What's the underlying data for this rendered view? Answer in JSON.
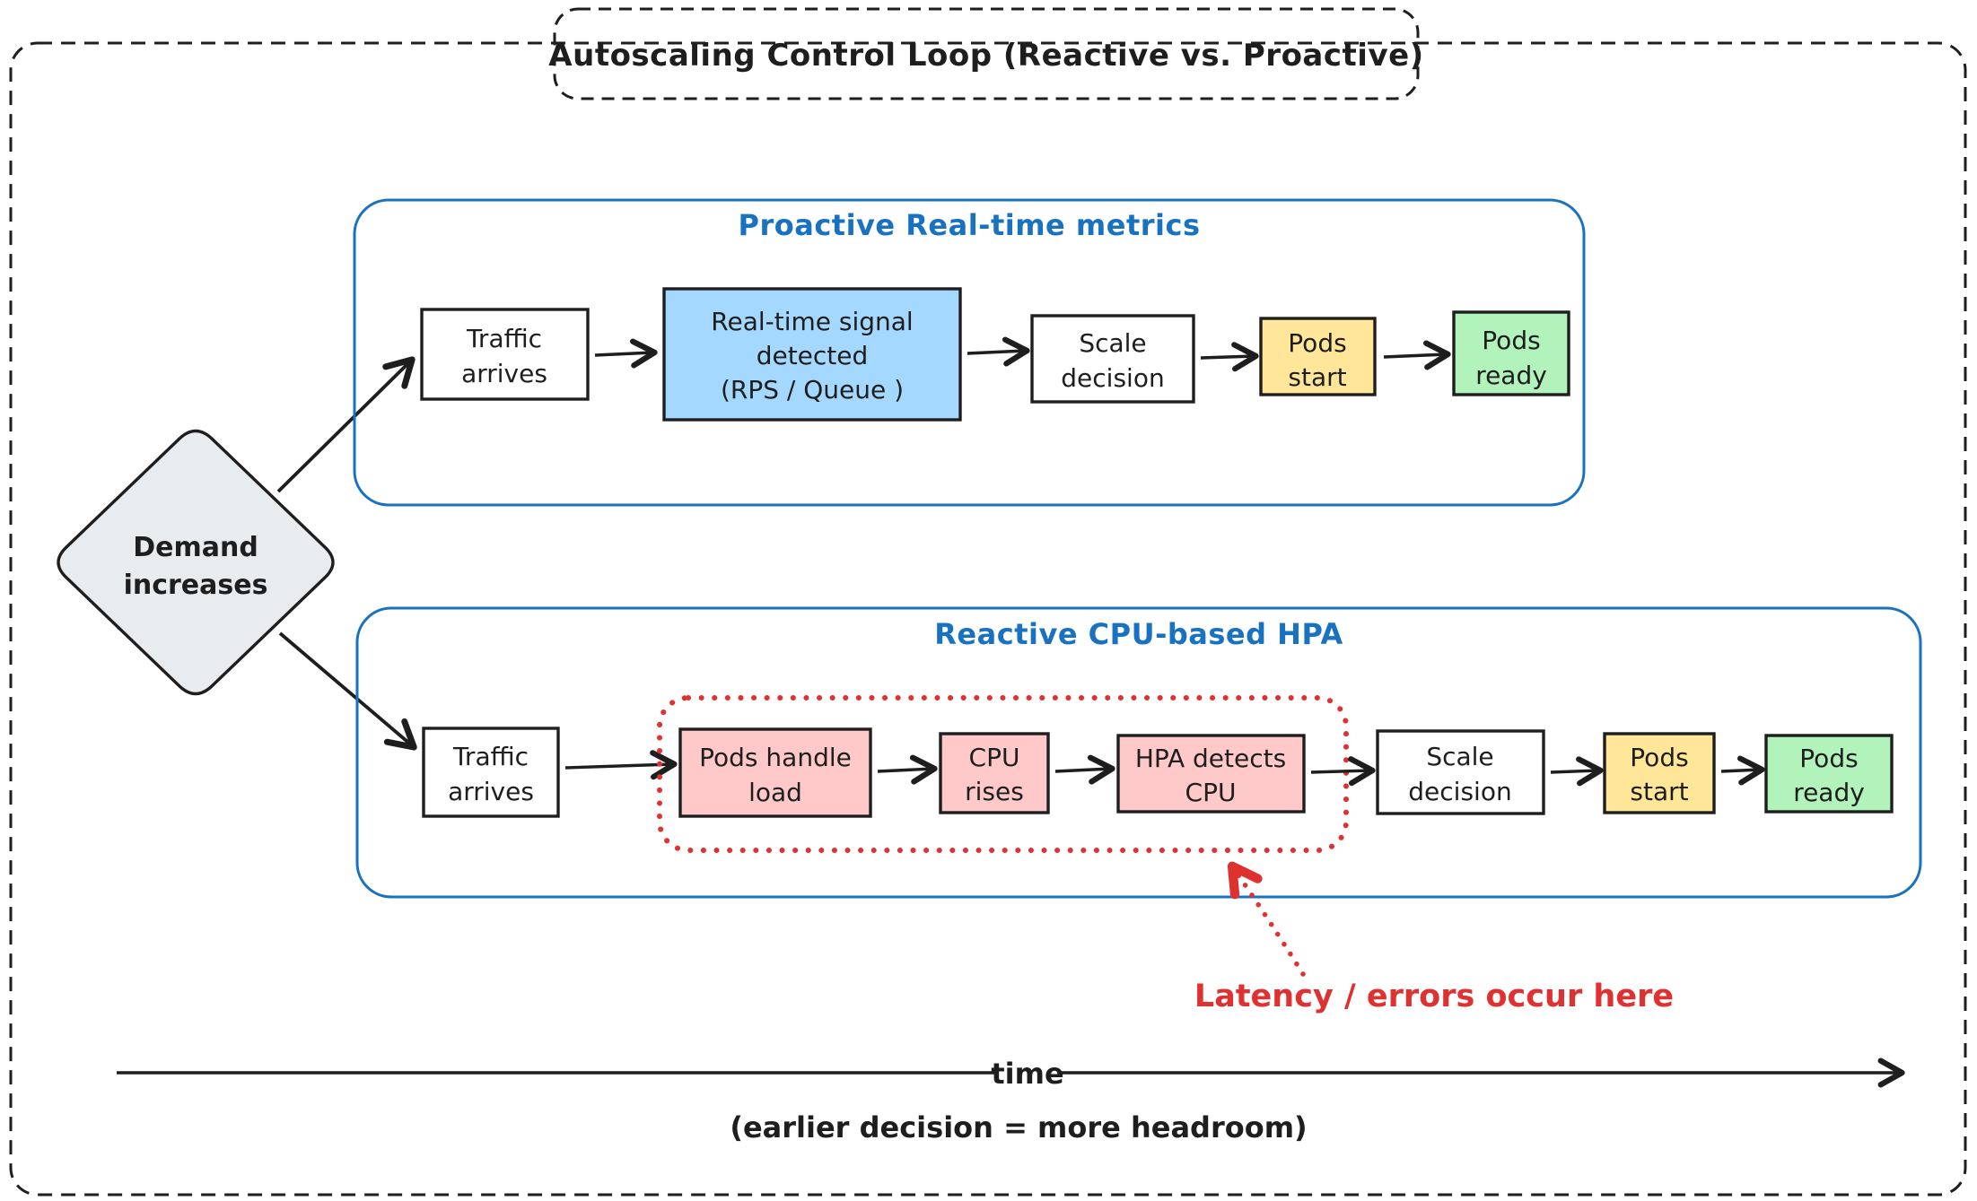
{
  "title": "Autoscaling Control Loop (Reactive vs. Proactive)",
  "demand_node": {
    "line1": "Demand",
    "line2": "increases"
  },
  "proactive": {
    "label": "Proactive Real-time metrics",
    "traffic": {
      "line1": "Traffic",
      "line2": "arrives"
    },
    "signal": {
      "line1": "Real-time signal",
      "line2": "detected",
      "line3": "(RPS / Queue )"
    },
    "scale": {
      "line1": "Scale",
      "line2": "decision"
    },
    "pods_start": {
      "line1": "Pods",
      "line2": "start"
    },
    "pods_ready": {
      "line1": "Pods",
      "line2": "ready"
    }
  },
  "reactive": {
    "label": "Reactive CPU-based HPA",
    "traffic": {
      "line1": "Traffic",
      "line2": "arrives"
    },
    "pods_handle": {
      "line1": "Pods handle",
      "line2": "load"
    },
    "cpu_rises": {
      "line1": "CPU",
      "line2": "rises"
    },
    "hpa_detects": {
      "line1": "HPA detects",
      "line2": "CPU"
    },
    "scale": {
      "line1": "Scale",
      "line2": "decision"
    },
    "pods_start": {
      "line1": "Pods",
      "line2": "start"
    },
    "pods_ready": {
      "line1": "Pods",
      "line2": "ready"
    }
  },
  "annotation": {
    "label": "Latency / errors occur here"
  },
  "time_axis": {
    "label": "time",
    "caption": "(earlier decision = more headroom)"
  },
  "colors": {
    "ink": "#1e1e1e",
    "container_blue": "#1971c2",
    "signal_blue": "#a5d8ff",
    "pods_start_yellow": "#ffe699",
    "pods_ready_green": "#b2f2bb",
    "problem_pink": "#ffc9c9",
    "diamond_gray": "#e9ecef",
    "warning_red": "#e03131"
  }
}
